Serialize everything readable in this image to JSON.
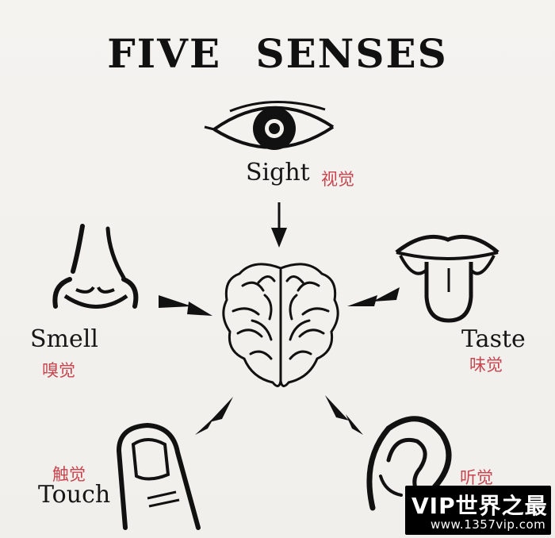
{
  "title": "FIVE  SENSES",
  "senses": {
    "sight": {
      "en": "Sight",
      "cn": "视觉"
    },
    "smell": {
      "en": "Smell",
      "cn": "嗅觉"
    },
    "taste": {
      "en": "Taste",
      "cn": "味觉"
    },
    "touch": {
      "en": "Touch",
      "cn": "触觉"
    },
    "hearing": {
      "cn": "听觉"
    }
  },
  "watermark": {
    "main": "VIP世界之最",
    "url": "www.1357vip.com"
  },
  "icons": [
    "eye-icon",
    "nose-icon",
    "lips-tongue-icon",
    "brain-icon",
    "finger-icon",
    "ear-icon",
    "arrow-icon"
  ],
  "colors": {
    "background": "#f3f1ee",
    "ink": "#111111",
    "accent_cn": "#c8444f",
    "watermark_bg": "#000000"
  }
}
